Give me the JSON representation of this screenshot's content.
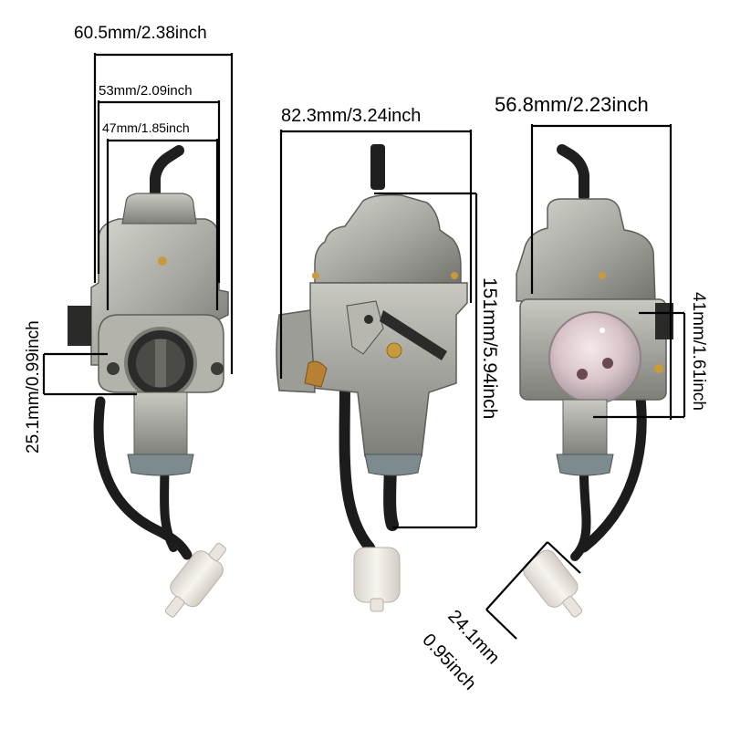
{
  "views": {
    "front": {
      "dim_top": "60.5mm/2.38inch",
      "dim_mid": "53mm/2.09inch",
      "dim_inner": "47mm/1.85inch",
      "dim_left": "25.1mm/0.99inch"
    },
    "side": {
      "dim_top": "82.3mm/3.24inch",
      "dim_height": "151mm/5.94inch"
    },
    "back": {
      "dim_top": "56.8mm/2.23inch",
      "dim_right": "41mm/1.61inch",
      "dim_filter_mm": "24.1mm",
      "dim_filter_inch": "0.95inch"
    }
  },
  "colors": {
    "metal": "#a8a8a2",
    "metal_dark": "#6f6f6a",
    "metal_light": "#cfcfc8",
    "hose": "#1c1c1c",
    "filter": "#eeeae4",
    "brass": "#c89a3a"
  }
}
